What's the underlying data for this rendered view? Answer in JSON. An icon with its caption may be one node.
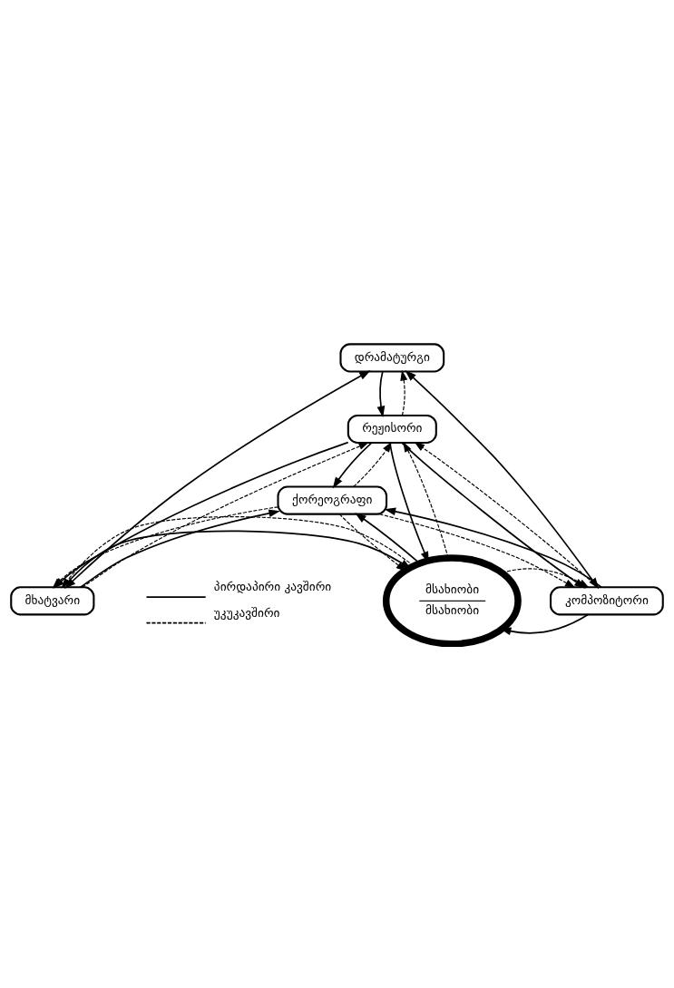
{
  "diagram": {
    "nodes": [
      {
        "text": [
          "დრამატურგი"
        ]
      },
      {
        "text": [
          "რეჟისორი"
        ]
      },
      {
        "text": [
          "მხატვარი"
        ]
      },
      {
        "text": [
          "მსახიობი",
          "მსახიობი"
        ]
      },
      {
        "text": [
          "კომპოზიტორი"
        ]
      },
      {
        "text": [
          "ქორეოგრაფი"
        ]
      }
    ],
    "edges": [
      {
        "from": 0,
        "to": 2,
        "arrow": "both"
      },
      {
        "from": 0,
        "to": 4,
        "arrow": "both"
      },
      {
        "from": 0,
        "to": 1,
        "arrow": "to"
      },
      {
        "from": 1,
        "to": 0,
        "arrow": "to",
        "style": "dashed"
      },
      {
        "from": 1,
        "to": 3,
        "arrow": "to"
      },
      {
        "from": 3,
        "to": 1,
        "arrow": "to",
        "style": "dashed"
      },
      {
        "from": 1,
        "to": 2,
        "arrow": "to"
      },
      {
        "from": 2,
        "to": 1,
        "arrow": "to",
        "style": "dashed"
      },
      {
        "from": 1,
        "to": 4,
        "arrow": "to"
      },
      {
        "from": 4,
        "to": 1,
        "arrow": "to",
        "style": "dashed"
      },
      {
        "from": 1,
        "to": 5,
        "arrow": "to"
      },
      {
        "from": 5,
        "to": 1,
        "arrow": "to",
        "style": "dashed"
      },
      {
        "from": 2,
        "to": 3,
        "arrow": "to"
      },
      {
        "from": 3,
        "to": 2,
        "arrow": "to",
        "style": "dashed"
      },
      {
        "from": 4,
        "to": 3,
        "arrow": "to"
      },
      {
        "from": 3,
        "to": 4,
        "arrow": "to",
        "style": "dashed"
      },
      {
        "from": 3,
        "to": 5,
        "arrow": "to"
      },
      {
        "from": 5,
        "to": 3,
        "arrow": "to",
        "style": "dashed"
      },
      {
        "from": 2,
        "to": 5,
        "arrow": "to"
      },
      {
        "from": 5,
        "to": 2,
        "arrow": "to",
        "style": "dashed"
      },
      {
        "from": 4,
        "to": 5,
        "arrow": "to"
      },
      {
        "from": 5,
        "to": 4,
        "arrow": "to",
        "style": "dashed"
      }
    ],
    "legend": [
      {
        "text": "პირდაპირი კავშირი"
      },
      {
        "text": "უკუკავშირი"
      }
    ]
  }
}
